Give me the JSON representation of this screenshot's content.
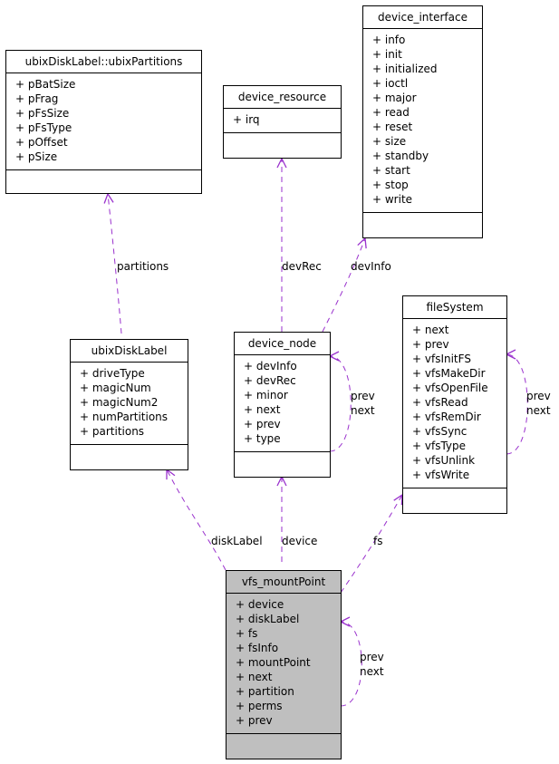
{
  "classes": {
    "ubixPartitions": {
      "name": "ubixDiskLabel::ubixPartitions",
      "attrs": [
        "+ pBatSize",
        "+ pFrag",
        "+ pFsSize",
        "+ pFsType",
        "+ pOffset",
        "+ pSize"
      ]
    },
    "deviceResource": {
      "name": "device_resource",
      "attrs": [
        "+ irq"
      ]
    },
    "deviceInterface": {
      "name": "device_interface",
      "attrs": [
        "+ info",
        "+ init",
        "+ initialized",
        "+ ioctl",
        "+ major",
        "+ read",
        "+ reset",
        "+ size",
        "+ standby",
        "+ start",
        "+ stop",
        "+ write"
      ]
    },
    "ubixDiskLabel": {
      "name": "ubixDiskLabel",
      "attrs": [
        "+ driveType",
        "+ magicNum",
        "+ magicNum2",
        "+ numPartitions",
        "+ partitions"
      ]
    },
    "deviceNode": {
      "name": "device_node",
      "attrs": [
        "+ devInfo",
        "+ devRec",
        "+ minor",
        "+ next",
        "+ prev",
        "+ type"
      ]
    },
    "fileSystem": {
      "name": "fileSystem",
      "attrs": [
        "+ next",
        "+ prev",
        "+ vfsInitFS",
        "+ vfsMakeDir",
        "+ vfsOpenFile",
        "+ vfsRead",
        "+ vfsRemDir",
        "+ vfsSync",
        "+ vfsType",
        "+ vfsUnlink",
        "+ vfsWrite"
      ]
    },
    "mountPoint": {
      "name": "vfs_mountPoint",
      "attrs": [
        "+ device",
        "+ diskLabel",
        "+ fs",
        "+ fsInfo",
        "+ mountPoint",
        "+ next",
        "+ partition",
        "+ perms",
        "+ prev"
      ]
    }
  },
  "edges": {
    "partitions": "partitions",
    "devRec": "devRec",
    "devInfo": "devInfo",
    "nodeSelf": [
      "prev",
      "next"
    ],
    "fsSelf": [
      "prev",
      "next"
    ],
    "diskLabel": "diskLabel",
    "device": "device",
    "fs": "fs",
    "mountSelf": [
      "prev",
      "next"
    ]
  },
  "colors": {
    "arrow": "#9a32cd",
    "highlight": "#bfbfbf"
  }
}
